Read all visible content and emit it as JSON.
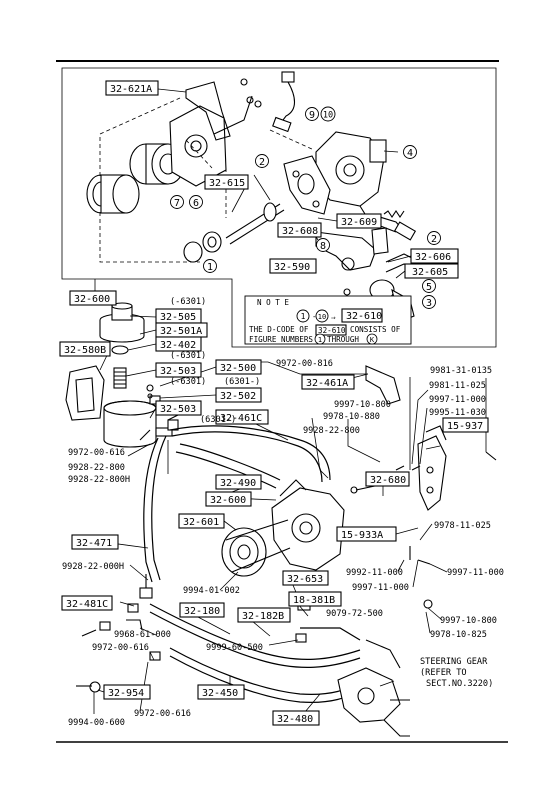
{
  "part_boxes": {
    "b_32_621A": "32-621A",
    "b_32_615": "32-615",
    "b_32_609": "32-609",
    "b_32_608": "32-608",
    "b_32_590": "32-590",
    "b_32_606": "32-606",
    "b_32_605": "32-605",
    "b_32_600a": "32-600",
    "b_32_505": "32-505",
    "b_32_501A": "32-501A",
    "b_32_402": "32-402",
    "b_32_580B": "32-580B",
    "b_32_503a": "32-503",
    "b_32_500": "32-500",
    "b_32_502": "32-502",
    "b_32_503b": "32-503",
    "b_32_461A": "32-461A",
    "b_32_461C": "32-461C",
    "b_15_937": "15-937",
    "b_32_680": "32-680",
    "b_32_490": "32-490",
    "b_32_600b": "32-600",
    "b_32_601": "32-601",
    "b_15_933A": "15-933A",
    "b_32_471": "32-471",
    "b_32_653": "32-653",
    "b_18_381B": "18-381B",
    "b_32_481C": "32-481C",
    "b_32_180": "32-180",
    "b_32_182B": "32-182B",
    "b_32_954": "32-954",
    "b_32_450": "32-450",
    "b_32_480": "32-480",
    "note_32_610": "32-610"
  },
  "ref_numbers": {
    "r_6301_a": "(-6301)",
    "r_6301_b": "(-6301)",
    "r_6301_c": "(-6301)",
    "r_6301_d": "(6301-)",
    "r_6301_e": "(6301-)",
    "r_9972_00_816a": "9972-00-816",
    "r_9981_31_0135": "9981-31-0135",
    "r_9981_11_025": "9981-11-025",
    "r_9997_10_800a": "9997-10-800",
    "r_9997_11_000a": "9997-11-000",
    "r_9978_10_880": "9978-10-880",
    "r_9995_11_030": "9995-11-030",
    "r_9928_22_800a": "9928-22-800",
    "r_9972_00_616a": "9972-00-616",
    "r_9928_22_800b": "9928-22-800",
    "r_9928_22_800H": "9928-22-800H",
    "r_9978_11_025": "9978-11-025",
    "r_9928_22_000H": "9928-22-000H",
    "r_9992_11_000": "9992-11-000",
    "r_9997_11_000b": "9997-11-000",
    "r_9997_11_000c": "9997-11-000",
    "r_9994_01_002": "9994-01-002",
    "r_9079_72_500": "9079-72-500",
    "r_9997_10_800b": "9997-10-800",
    "r_9968_61_000": "9968-61-000",
    "r_9978_10_825": "9978-10-825",
    "r_9972_00_616b": "9972-00-616",
    "r_9999_60_500": "9999-60-500",
    "r_9972_00_616c": "9972-00-616",
    "r_9994_00_600": "9994-00-600"
  },
  "callouts": {
    "c1": "1",
    "c2a": "2",
    "c2b": "2",
    "c3": "3",
    "c4": "4",
    "c5": "5",
    "c6": "6",
    "c7": "7",
    "c8": "8",
    "c9": "9",
    "c10": "10"
  },
  "note": {
    "title": "N O T E",
    "n1": "1",
    "n10": "10",
    "arrow": "⇒",
    "line2a": "THE D-CODE OF",
    "line2b": "CONSISTS OF",
    "line3a": "FIGURE NUMBERS",
    "line3b": "THROUGH",
    "circled_k": "K"
  },
  "steering_gear": {
    "line1": "STEERING GEAR",
    "line2": "(REFER TO",
    "line3": "SECT.NO.3220)"
  }
}
